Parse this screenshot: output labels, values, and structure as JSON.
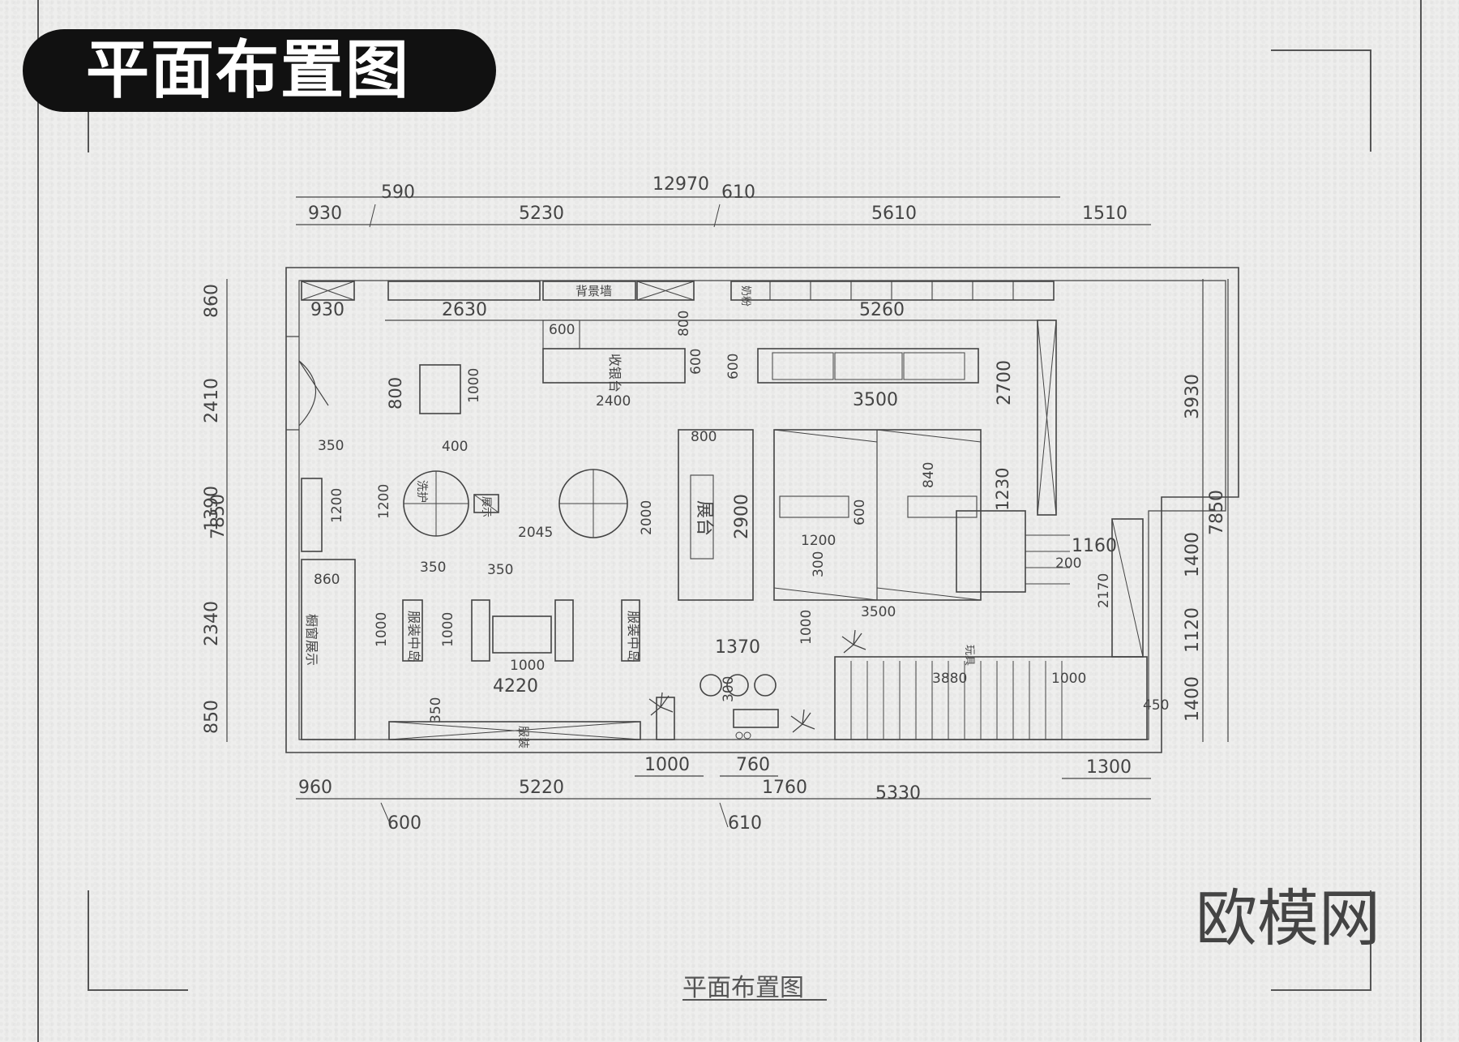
{
  "header": {
    "title": "平面布置图"
  },
  "footer": {
    "caption": "平面布置图",
    "brand": "欧模网"
  },
  "dimensions": {
    "top_overall": "12970",
    "top_small": [
      "590",
      "610"
    ],
    "top_segments": [
      "930",
      "5230",
      "5610",
      "1510"
    ],
    "inner_top": [
      "930",
      "2630",
      "5260"
    ],
    "left_overall": "7850",
    "left_segments": [
      "860",
      "2410",
      "1390",
      "2340",
      "850"
    ],
    "right_overall": "7850",
    "right_segments": [
      "3930",
      "1400",
      "1120",
      "1400"
    ],
    "bottom_segments": [
      "960",
      "5220",
      "1760",
      "5330"
    ],
    "bottom_small": [
      "600",
      "610"
    ],
    "bottom_upper": [
      "1000",
      "760",
      "1300"
    ],
    "inner": {
      "d600": "600",
      "d800a": "800",
      "d600b": "600",
      "d2400": "2400",
      "d600c": "600",
      "d3500": "3500",
      "d2700": "2700",
      "d800": "800",
      "d1000": "1000",
      "d400": "400",
      "d350a": "350",
      "d1200a": "1200",
      "d1200b": "1200",
      "d2045": "2045",
      "d800b": "800",
      "d2000": "2000",
      "d2900": "2900",
      "d840": "840",
      "d600d": "600",
      "d1230": "1230",
      "d1200c": "1200",
      "d300a": "300",
      "d3500b": "3500",
      "d1160": "1160",
      "d200": "200",
      "d2170": "2170",
      "d860": "860",
      "d350b": "350",
      "d350c": "350",
      "d1000a": "1000",
      "d1000b": "1000",
      "d1000c": "1000",
      "d4220": "4220",
      "d1370": "1370",
      "d1000d": "1000",
      "d300b": "300",
      "d350d": "350",
      "d3880": "3880",
      "d1000e": "1000",
      "d450": "450"
    }
  },
  "labels": {
    "background_wall": "背景墙",
    "cashier": "收银台",
    "display_platform": "展台",
    "clothing_center_a": "服装中岛",
    "clothing_center_b": "服装中岛",
    "window_display": "橱窗展示",
    "milk": "奶粉",
    "wash": "洗护",
    "display": "展示",
    "toys": "玩具",
    "clothing": "服装"
  }
}
